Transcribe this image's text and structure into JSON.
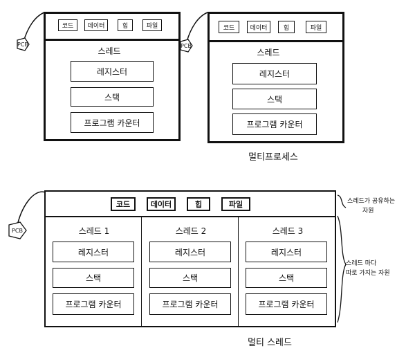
{
  "shared_labels": {
    "code": "코드",
    "data": "데이터",
    "heap": "힙",
    "file": "파일",
    "pcb": "PCB"
  },
  "thread_parts": {
    "registers": "레지스터",
    "stack": "스택",
    "program_counter": "프로그램 카운터"
  },
  "multiprocess": {
    "thread_label": "스레드",
    "caption": "멀티프로세스"
  },
  "multithread": {
    "threads": [
      "스레드 1",
      "스레드 2",
      "스레드 3"
    ],
    "caption": "멀티 스레드",
    "note_shared": [
      "스레드가 공유하는",
      "자원"
    ],
    "note_per_thread": [
      "스레드 마다",
      "따로 가지는 자원"
    ]
  }
}
